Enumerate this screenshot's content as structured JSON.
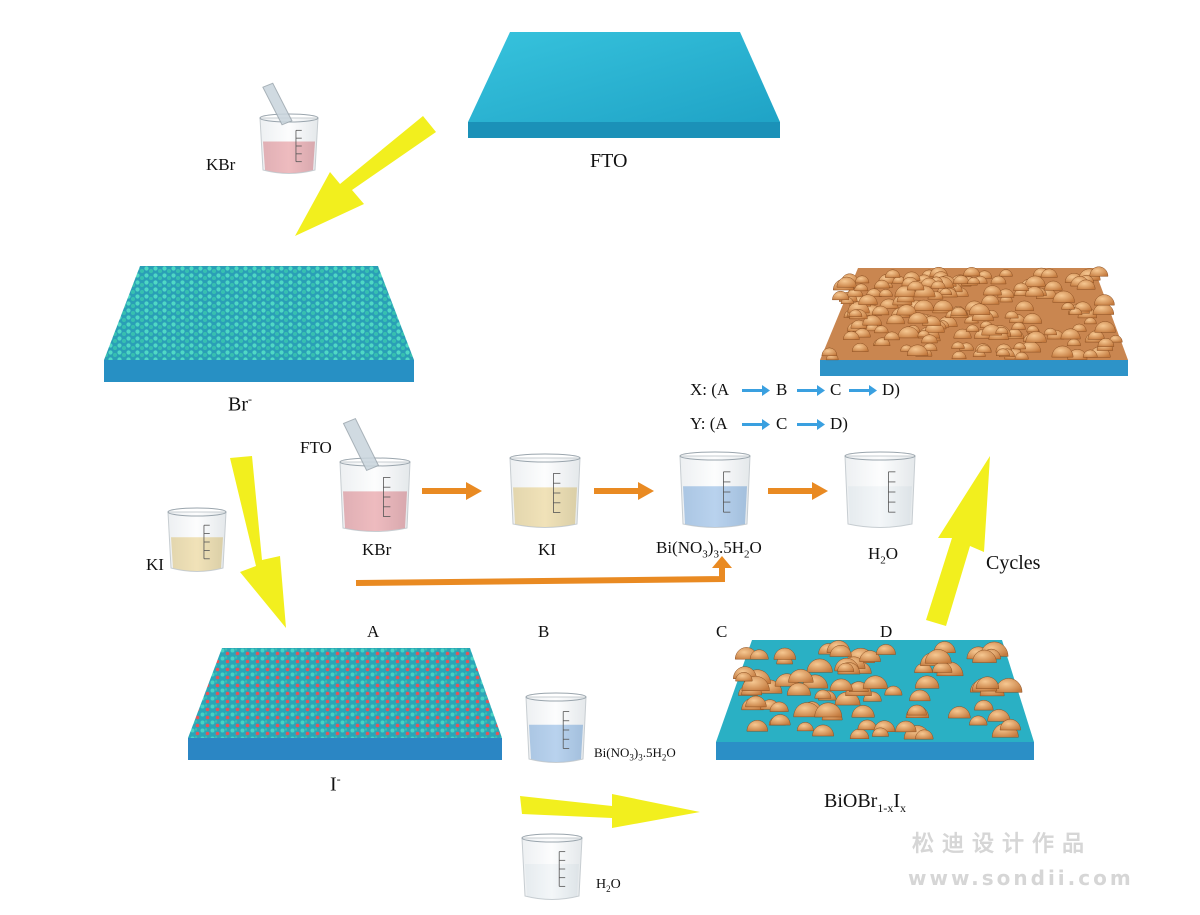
{
  "labels": {
    "fto_top": "FTO",
    "kbr_top": "KBr",
    "br_base": "Br",
    "br_sup": "-",
    "ki_left": "KI",
    "i_base": "I",
    "i_sup": "-",
    "fto_mid": "FTO",
    "kbr_mid": "KBr",
    "ki_mid": "KI",
    "bi_mid_pre": "Bi(NO",
    "bi_mid_sub1": "3",
    "bi_mid_mid": ")",
    "bi_mid_sub2": "3",
    "bi_mid_post": ".5H",
    "bi_mid_sub3": "2",
    "bi_mid_end": "O",
    "h2o_mid_pre": "H",
    "h2o_mid_sub": "2",
    "h2o_mid_post": "O",
    "step_a": "A",
    "step_b": "B",
    "step_c": "C",
    "step_d": "D",
    "cycles": "Cycles",
    "bi_bot_pre": "Bi(NO",
    "bi_bot_sub1": "3",
    "bi_bot_mid": ")",
    "bi_bot_sub2": "3",
    "bi_bot_post": ".5H",
    "bi_bot_sub3": "2",
    "bi_bot_end": "O",
    "h2o_bot_pre": "H",
    "h2o_bot_sub": "2",
    "h2o_bot_post": "O",
    "product_pre": "BiOBr",
    "product_sub1": "1-x",
    "product_mid": "I",
    "product_sub2": "x"
  },
  "sequences": {
    "x_prefix": "X: (A",
    "x_b": "B",
    "x_c": "C",
    "x_d": "D)",
    "y_prefix": "Y: (A",
    "y_c": "C",
    "y_d": "D)"
  },
  "watermark": {
    "line1": "松迪设计作品",
    "line2": "www.sondii.com"
  },
  "colors": {
    "fto": "#2ab3d0",
    "fto_side": "#1a8fb8",
    "yellow_arrow": "#f2ef1e",
    "orange_arrow": "#e98a22",
    "blue_arrow": "#3aa0e0",
    "kbr_solution": "#d9545c",
    "ki_solution": "#e0b84a",
    "bi_solution": "#4f8fd6",
    "water": "#e8eef2",
    "flake": "#e5a56a",
    "dot_cyan": "#40c8b8",
    "dot_red": "#e05050"
  }
}
